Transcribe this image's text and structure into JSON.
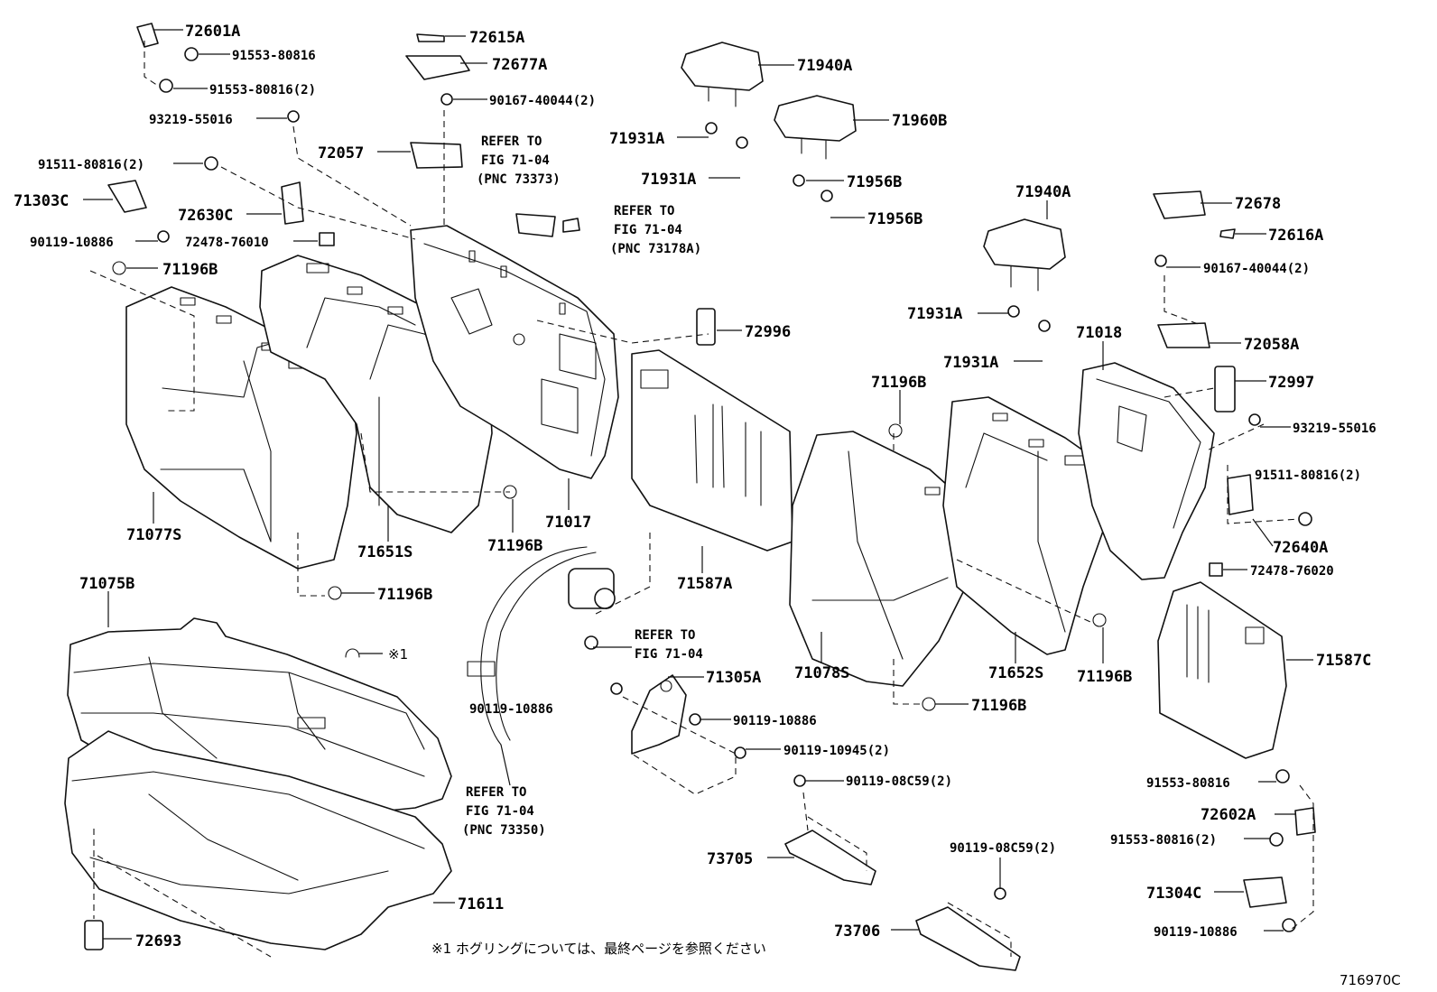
{
  "diagram_id": "716970C",
  "footnote": "※1 ホグリングについては、最終ページを参照ください",
  "footnote_mark": "※1",
  "labels": {
    "p72601A": "72601A",
    "p91553_80816_a": "91553-80816",
    "p91553_80816_2_a": "91553-80816(2)",
    "p93219_55016_a": "93219-55016",
    "p91511_80816_2_a": "91511-80816(2)",
    "p71303C": "71303C",
    "p72630C": "72630C",
    "p90119_10886_a": "90119-10886",
    "p72478_76010": "72478-76010",
    "p71196B_a": "71196B",
    "p72615A": "72615A",
    "p72677A": "72677A",
    "p90167_40044_2_a": "90167-40044(2)",
    "p72057": "72057",
    "p71940A_a": "71940A",
    "p71960B": "71960B",
    "p71931A_a": "71931A",
    "p71931A_b": "71931A",
    "p71956B_a": "71956B",
    "p71956B_b": "71956B",
    "p72996": "72996",
    "p71077S": "71077S",
    "p71651S": "71651S",
    "p71196B_b": "71196B",
    "p71017": "71017",
    "p71196B_c": "71196B",
    "p71587A": "71587A",
    "p71075B": "71075B",
    "p71611": "71611",
    "p72693": "72693",
    "p90119_10886_b": "90119-10886",
    "p71305A": "71305A",
    "p90119_10886_c": "90119-10886",
    "p90119_10945_2": "90119-10945(2)",
    "p90119_08C59_2_a": "90119-08C59(2)",
    "p73705": "73705",
    "p90119_08C59_2_b": "90119-08C59(2)",
    "p73706": "73706",
    "p71940A_b": "71940A",
    "p71931A_c": "71931A",
    "p71931A_d": "71931A",
    "p71018": "71018",
    "p71196B_d": "71196B",
    "p71078S": "71078S",
    "p71652S": "71652S",
    "p71196B_e": "71196B",
    "p71196B_f": "71196B",
    "p72678": "72678",
    "p72616A": "72616A",
    "p90167_40044_2_b": "90167-40044(2)",
    "p72058A": "72058A",
    "p72997": "72997",
    "p93219_55016_b": "93219-55016",
    "p91511_80816_2_b": "91511-80816(2)",
    "p72640A": "72640A",
    "p72478_76020": "72478-76020",
    "p71587C": "71587C",
    "p91553_80816_b": "91553-80816",
    "p72602A": "72602A",
    "p91553_80816_2_b": "91553-80816(2)",
    "p71304C": "71304C",
    "p90119_10886_d": "90119-10886"
  },
  "refer_notes": {
    "r73373": [
      "REFER TO",
      "FIG 71-04",
      "(PNC 73373)"
    ],
    "r73178A": [
      "REFER TO",
      "FIG 71-04",
      "(PNC 73178A)"
    ],
    "r7104": [
      "REFER TO",
      "FIG 71-04"
    ],
    "r73350": [
      "REFER TO",
      "FIG 71-04",
      "(PNC 73350)"
    ]
  }
}
